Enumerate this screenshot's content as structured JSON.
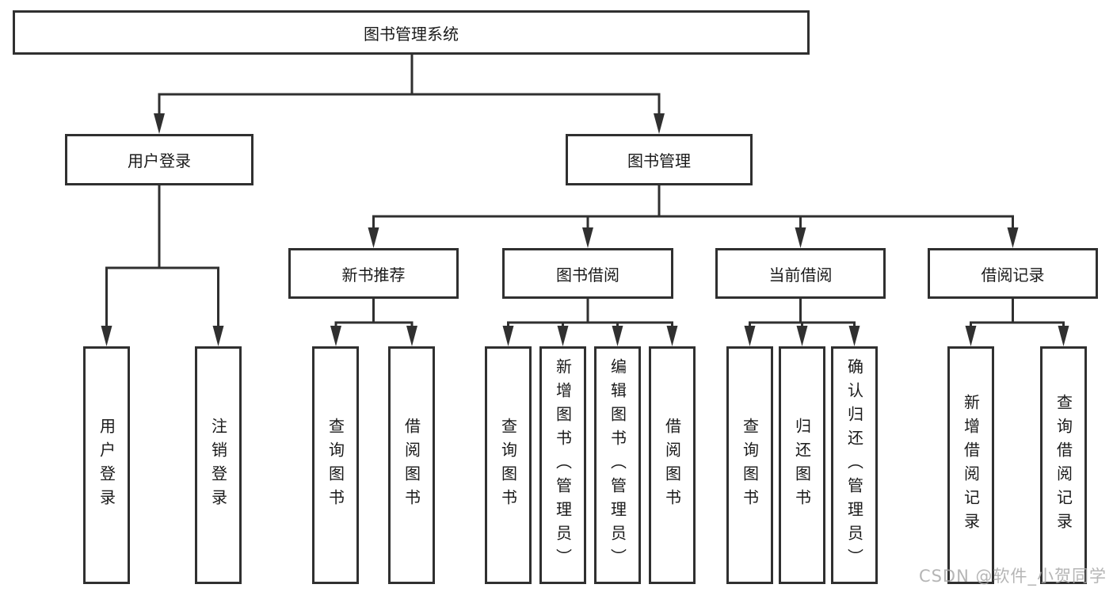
{
  "diagram": {
    "root": {
      "label": "图书管理系统",
      "children": [
        {
          "label": "用户登录",
          "children": [
            {
              "label": "用户登录"
            },
            {
              "label": "注销登录"
            }
          ]
        },
        {
          "label": "图书管理",
          "children": [
            {
              "label": "新书推荐",
              "children": [
                {
                  "label": "查询图书"
                },
                {
                  "label": "借阅图书"
                }
              ]
            },
            {
              "label": "图书借阅",
              "children": [
                {
                  "label": "查询图书"
                },
                {
                  "label": "新增图书（管理员）"
                },
                {
                  "label": "编辑图书（管理员）"
                },
                {
                  "label": "借阅图书"
                }
              ]
            },
            {
              "label": "当前借阅",
              "children": [
                {
                  "label": "查询图书"
                },
                {
                  "label": "归还图书"
                },
                {
                  "label": "确认归还（管理员）"
                }
              ]
            },
            {
              "label": "借阅记录",
              "children": [
                {
                  "label": "新增借阅记录"
                },
                {
                  "label": "查询借阅记录"
                }
              ]
            }
          ]
        }
      ]
    }
  },
  "watermark": "CSDN @软件_小贺同学",
  "colors": {
    "line": "#303030",
    "box_border": "#303030",
    "text": "#1a1a1a",
    "watermark": "#a9a9a9",
    "background": "#ffffff"
  }
}
